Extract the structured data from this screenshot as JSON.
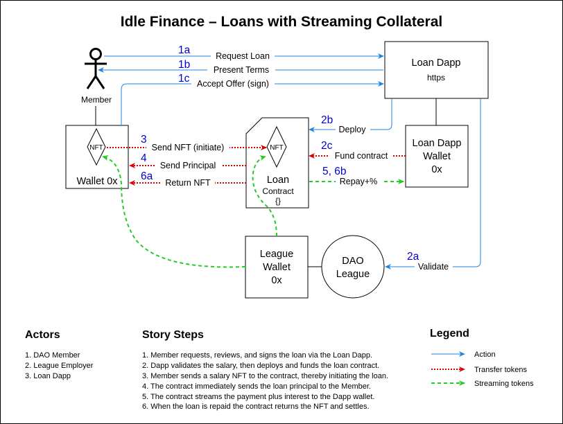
{
  "title": "Idle Finance – Loans with Streaming Collateral",
  "actors_nodes": {
    "member": "Member",
    "loan_dapp_title": "Loan Dapp",
    "loan_dapp_sub": "https",
    "dapp_wallet_line1": "Loan Dapp",
    "dapp_wallet_line2": "Wallet",
    "dapp_wallet_line3": "0x",
    "member_wallet": "Wallet 0x",
    "nft_label": "NFT",
    "loan_contract_line1": "Loan",
    "loan_contract_line2": "Contract",
    "loan_contract_line3": "{}",
    "league_wallet_line1": "League",
    "league_wallet_line2": "Wallet",
    "league_wallet_line3": "0x",
    "dao_league_line1": "DAO",
    "dao_league_line2": "League"
  },
  "edges": {
    "e1a_num": "1a",
    "e1a_label": "Request Loan",
    "e1b_num": "1b",
    "e1b_label": "Present Terms",
    "e1c_num": "1c",
    "e1c_label": "Accept Offer (sign)",
    "e2b_num": "2b",
    "e2b_label": "Deploy",
    "e2c_num": "2c",
    "e2c_label": "Fund contract",
    "e3_num": "3",
    "e3_label": "Send NFT (initiate)",
    "e4_num": "4",
    "e4_label": "Send Principal",
    "e6a_num": "6a",
    "e6a_label": "Return NFT",
    "e56_num": "5, 6b",
    "e56_label": "Repay+%",
    "e2a_num": "2a",
    "e2a_label": "Validate"
  },
  "actors_section": {
    "heading": "Actors",
    "items": [
      "1. DAO Member",
      "2. League Employer",
      "3. Loan Dapp"
    ]
  },
  "story_section": {
    "heading": "Story Steps",
    "items": [
      "1. Member requests, reviews, and signs the loan via the Loan Dapp.",
      "2. Dapp validates the salary, then deploys and funds the loan contract.",
      "3. Member sends a salary NFT to the contract, thereby initiating the loan.",
      "4. The contract immediately sends the loan principal to the Member.",
      "5. The contract streams the payment plus interest to the Dapp wallet.",
      "6. When the loan is repaid the contract returns the NFT and settles."
    ]
  },
  "legend": {
    "heading": "Legend",
    "action": "Action",
    "transfer": "Transfer tokens",
    "streaming": "Streaming tokens"
  },
  "colors": {
    "action": "#1f86e0",
    "transfer": "#dd0000",
    "streaming": "#22cc22",
    "step_number": "#0000cc"
  }
}
